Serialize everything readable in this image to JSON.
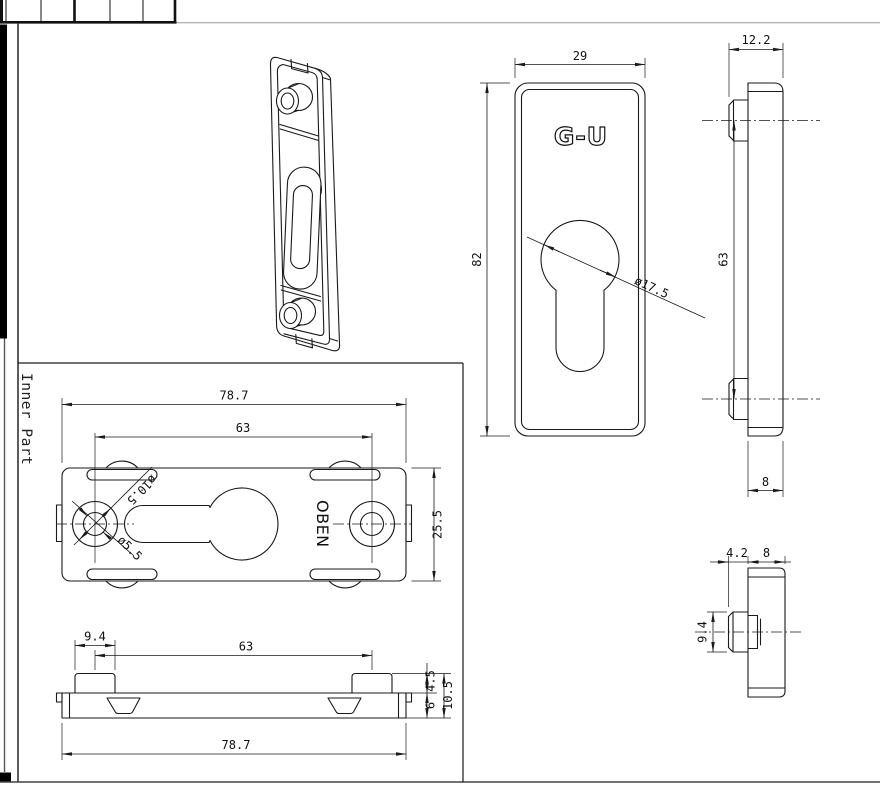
{
  "labels": {
    "inner_part": "Inner Part",
    "oben": "OBEN",
    "logo": "G-U"
  },
  "front_view": {
    "width": "29",
    "height": "82",
    "cylinder_hole_dia": "ø17.5"
  },
  "side_view": {
    "total_thickness": "12.2",
    "boss_spacing": "63",
    "plate_thickness": "8"
  },
  "inner_plan": {
    "total_width": "78.7",
    "hole_spacing": "63",
    "height": "25.5",
    "counterbore_dia": "ø10.5",
    "hole_dia": "ø5.5"
  },
  "inner_elevation": {
    "boss_width": "9.4",
    "boss_spacing": "63",
    "boss_height": "4.5",
    "body_height": "6",
    "total_height": "10.5",
    "total_width": "78.7"
  },
  "section_view": {
    "boss_protrusion": "4.2",
    "plate_thickness": "8",
    "boss_width": "9.4"
  }
}
